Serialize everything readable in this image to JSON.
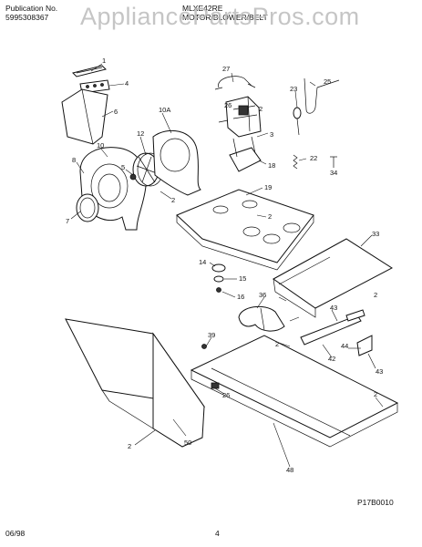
{
  "header": {
    "publication_label": "Publication No.",
    "publication_number": "5995308367",
    "model": "MLXE42RE",
    "section_title": "MOTOR/BLOWER/BELT"
  },
  "watermark": "AppliancePartsPros.com",
  "footer": {
    "date": "06/98",
    "page": "4",
    "drawing_code": "P17B0010"
  },
  "callouts": {
    "c1": "1",
    "c4": "4",
    "c6": "6",
    "c10": "10",
    "c10a": "10A",
    "c12": "12",
    "c5": "5",
    "c8": "8",
    "c7": "7",
    "c2a": "2",
    "c27": "27",
    "c26": "26",
    "c2b": "2",
    "c25": "25",
    "c23": "23",
    "c3": "3",
    "c18": "18",
    "c22": "22",
    "c34": "34",
    "c19": "19",
    "c2c": "2",
    "c33": "33",
    "c14": "14",
    "c15": "15",
    "c16": "16",
    "c36": "36",
    "c2d": "2",
    "c43a": "43",
    "c2e": "2",
    "c39": "39",
    "c44": "44",
    "c42": "42",
    "c43b": "43",
    "c26b": "26",
    "c2f": "2",
    "c2g": "2",
    "c50": "50",
    "c48": "48"
  }
}
